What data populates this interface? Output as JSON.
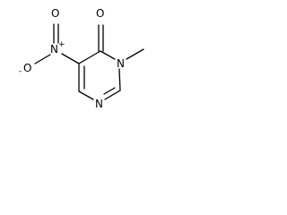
{
  "molecule": {
    "atoms": {
      "carbonyl_oxygen": "O",
      "ring_nitrogen_methyl": "N",
      "ring_nitrogen": "N",
      "nitro_nitrogen": "N",
      "nitro_charge_plus": "+",
      "nitro_oxygen_top": "O",
      "nitro_oxygen_left": "O",
      "nitro_charge_minus": "-"
    },
    "substituents": {
      "n_methyl": "methyl",
      "ring_position_5": "nitro"
    }
  },
  "colors": {
    "bond": "#000000",
    "label": "#000000",
    "background": "#ffffff"
  }
}
